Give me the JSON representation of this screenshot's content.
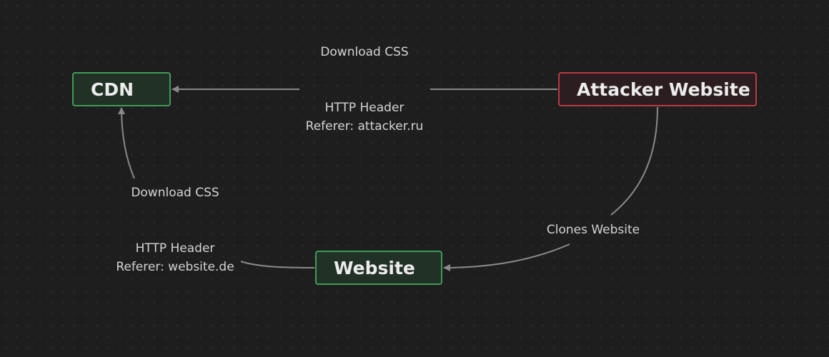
{
  "nodes": {
    "cdn": {
      "label": "CDN",
      "color": "#3e9c58"
    },
    "attacker": {
      "label": "Attacker Website",
      "color": "#b83a42"
    },
    "website": {
      "label": "Website",
      "color": "#3e9c58"
    }
  },
  "edges": {
    "attacker_to_cdn": {
      "label": "Download CSS",
      "header_line1": "HTTP Header",
      "header_line2": "Referer: attacker.ru"
    },
    "website_to_cdn": {
      "label": "Download CSS",
      "header_line1": "HTTP Header",
      "header_line2": "Referer: website.de"
    },
    "attacker_to_website": {
      "label": "Clones Website"
    }
  },
  "colors": {
    "background": "#1e1e1e",
    "edge": "#8a8a8a",
    "text": "#d4d4d4"
  }
}
